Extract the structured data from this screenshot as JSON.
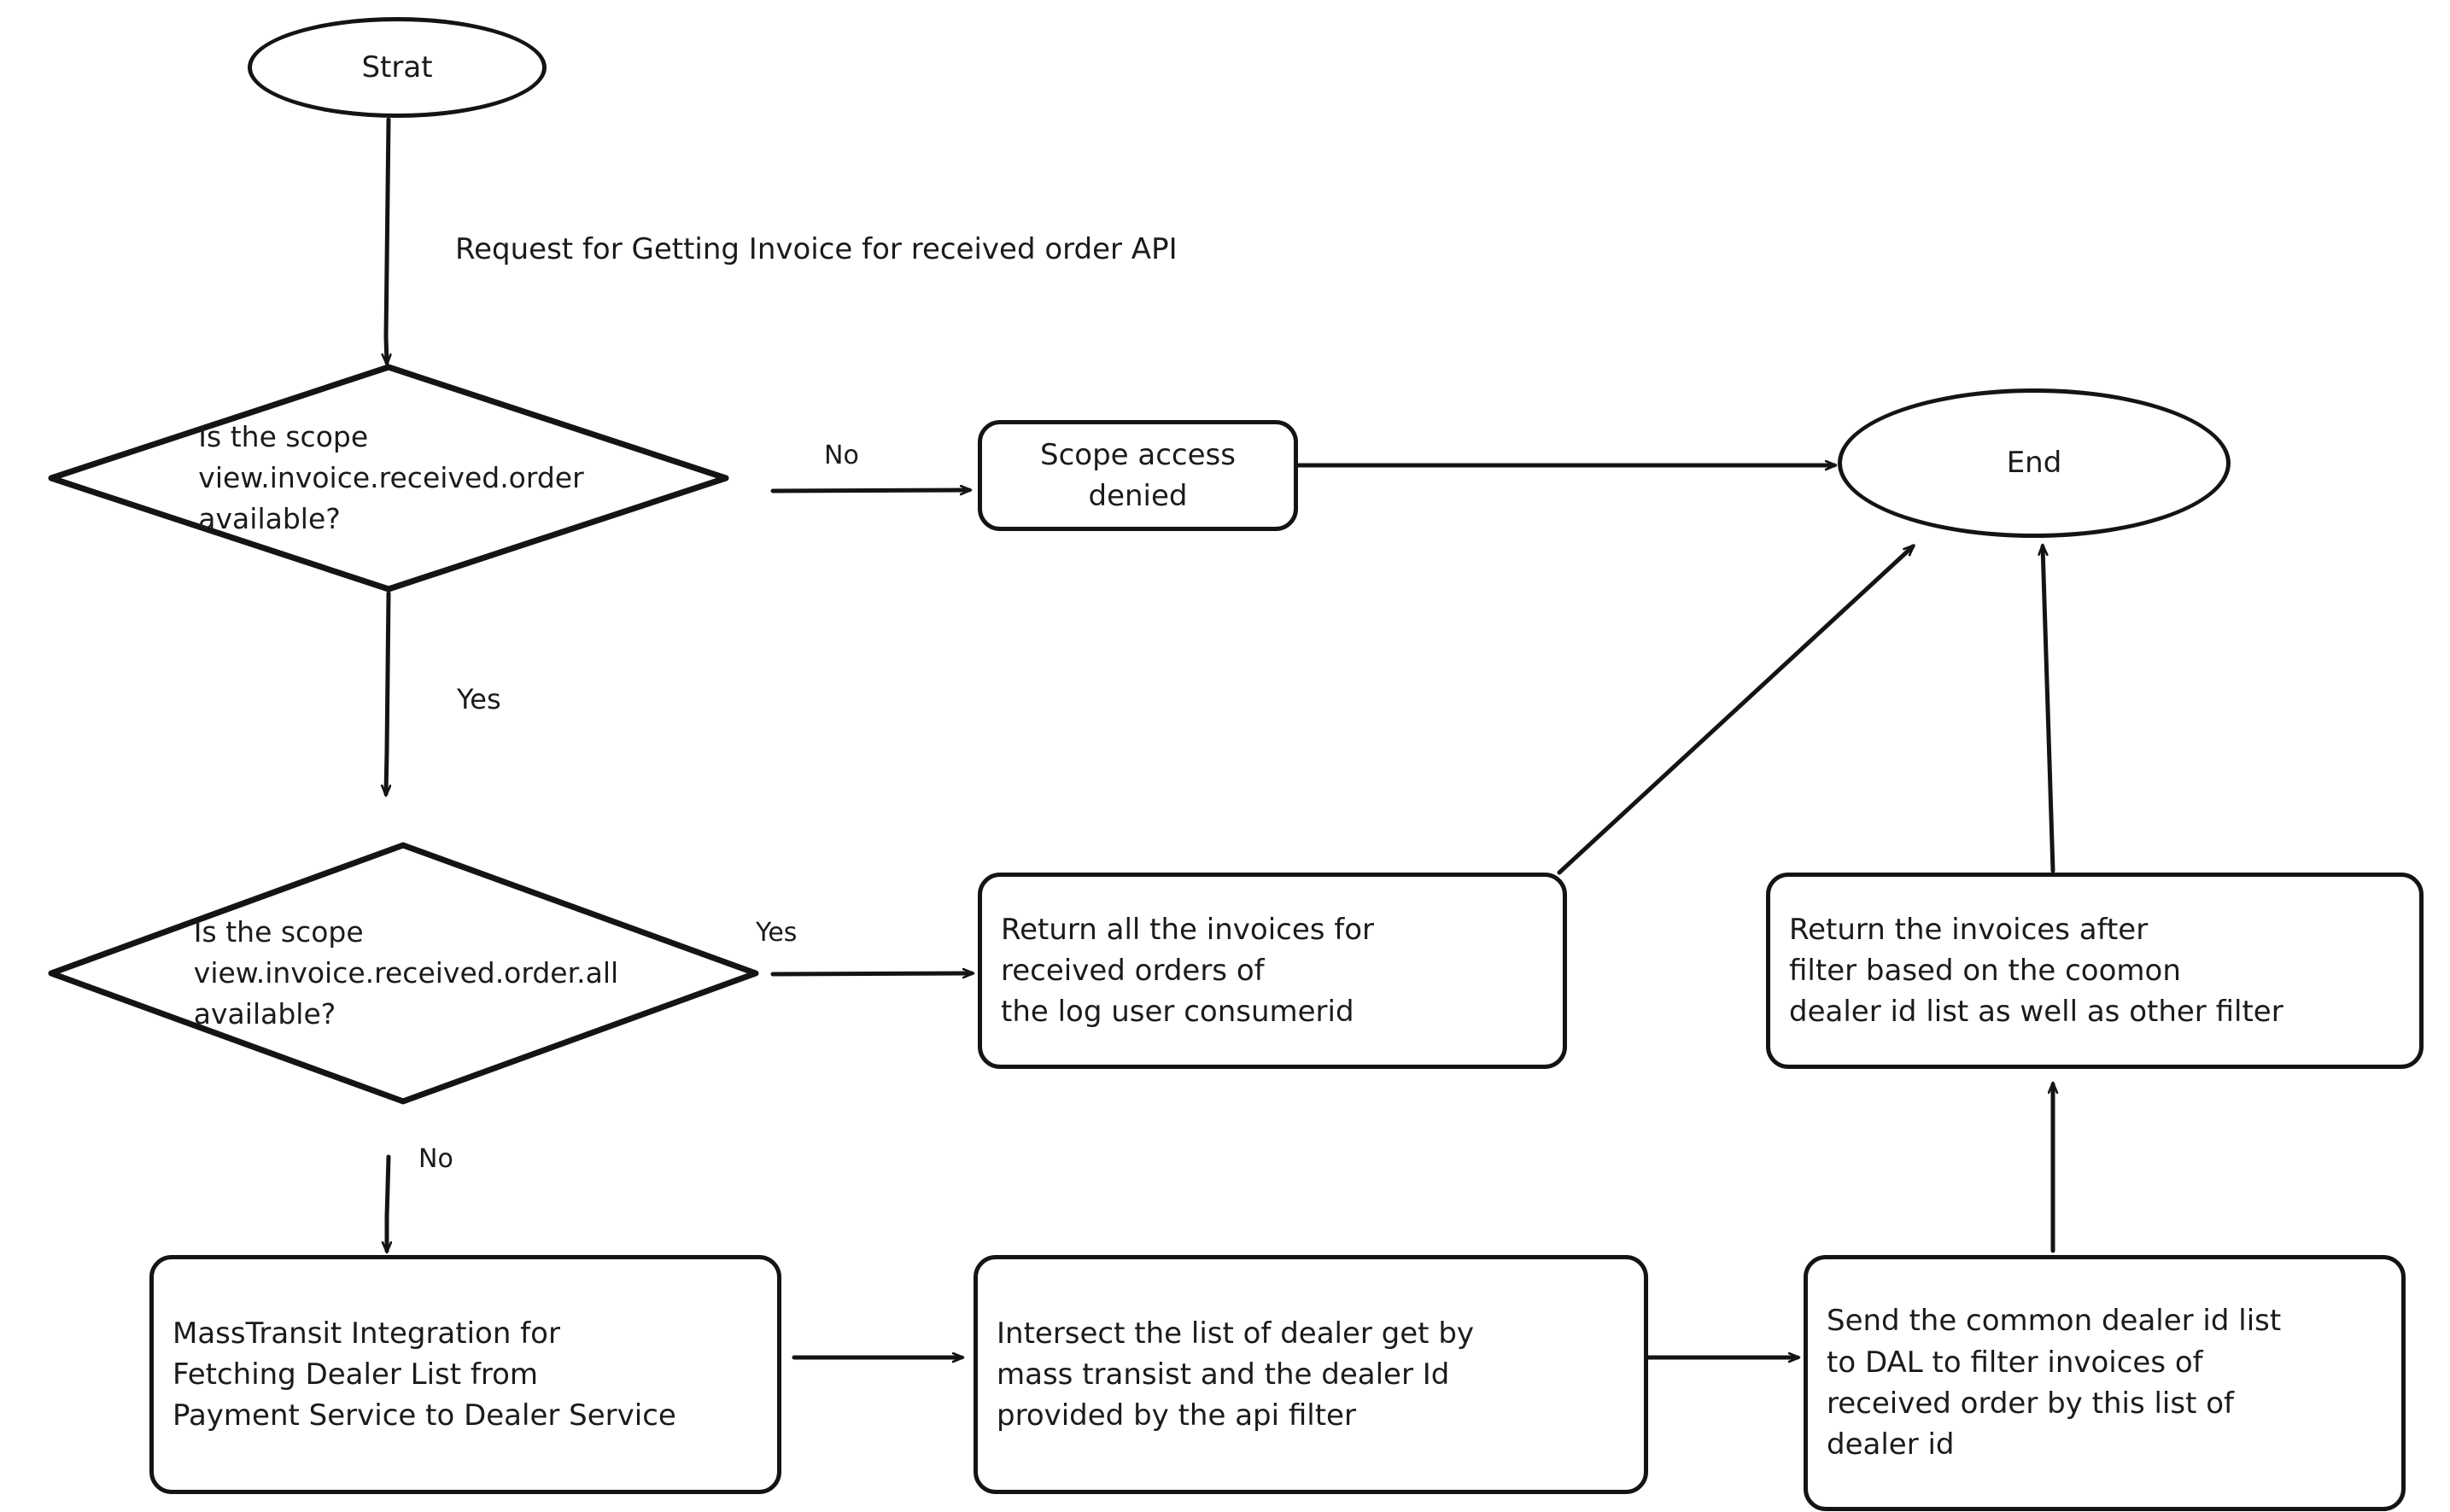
{
  "diagram": {
    "title_caption": "Request for Getting Invoice for received order API",
    "background_color": "#ffffff",
    "stroke_color": "#141414",
    "text_color": "#1b1b1b",
    "style": "hand-drawn"
  },
  "nodes": {
    "start": {
      "label": "Strat",
      "shape": "ellipse"
    },
    "decision_scope": {
      "label": "Is the scope\nview.invoice.received.order\navailable?",
      "shape": "diamond"
    },
    "scope_denied": {
      "label": "Scope access\ndenied",
      "shape": "rounded-rect"
    },
    "end": {
      "label": "End",
      "shape": "ellipse"
    },
    "decision_scope_all": {
      "label": "Is the scope\nview.invoice.received.order.all\navailable?",
      "shape": "diamond"
    },
    "return_all_invoices": {
      "label": "Return all the invoices for\n   received orders of\nthe log user consumerid",
      "shape": "rounded-rect"
    },
    "return_filtered_invoices": {
      "label": "Return the invoices after\nfilter based on the coomon\ndealer id list as well as other filter",
      "shape": "rounded-rect"
    },
    "masstransit_integration": {
      "label": "MassTransit Integration for\n  Fetching Dealer List from\nPayment Service to Dealer Service",
      "shape": "rounded-rect"
    },
    "intersect_dealer_list": {
      "label": "Intersect the list of dealer get by\nmass transist and the dealer Id\n provided by the api filter",
      "shape": "rounded-rect"
    },
    "send_to_dal": {
      "label": "Send the common dealer id list\nto DAL to filter invoices of\nreceived order by this list of\n  dealer id",
      "shape": "rounded-rect"
    }
  },
  "edge_labels": {
    "scope_no": "No",
    "scope_yes": "Yes",
    "scope_all_yes": "Yes",
    "scope_all_no": "No"
  }
}
